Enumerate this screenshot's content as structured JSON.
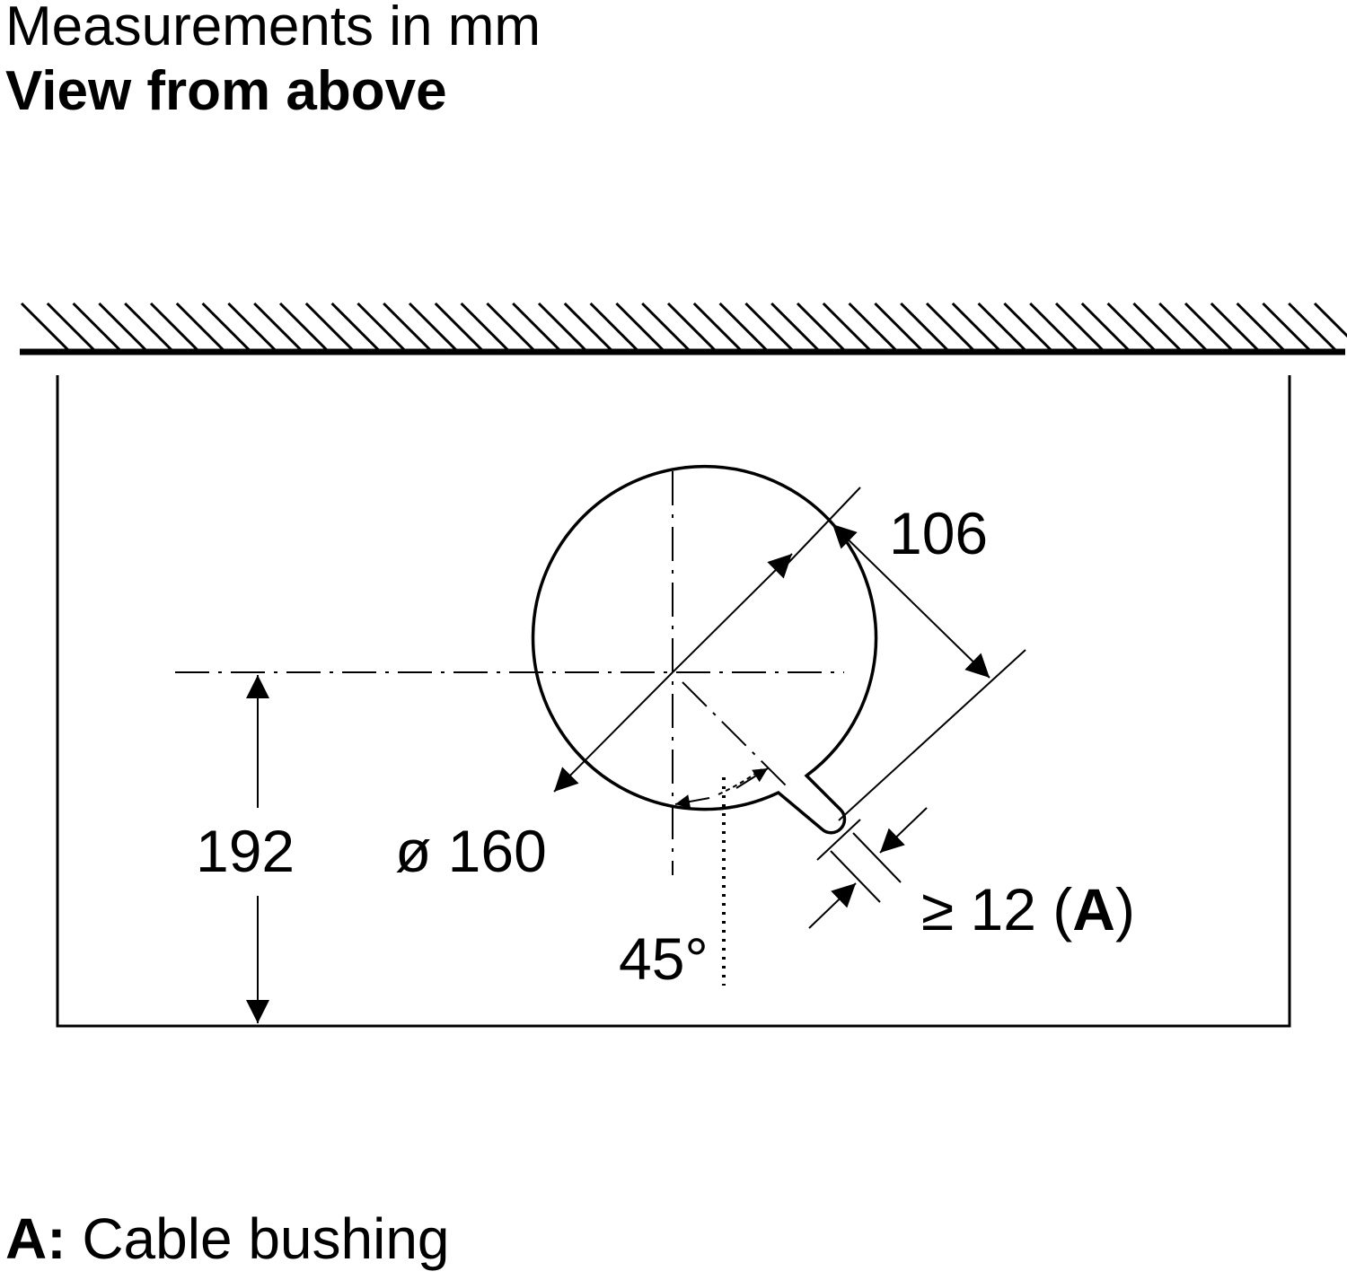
{
  "header": {
    "units_note": "Measurements in mm",
    "view_label": "View from above"
  },
  "dimensions": {
    "width_dim": "106",
    "height_dim": "192",
    "diameter_dim": "ø 160",
    "angle_dim": "45°",
    "clearance_prefix": "≥ 12 (",
    "clearance_key": "A",
    "clearance_suffix": ")"
  },
  "legend": {
    "key": "A:",
    "description": " Cable bushing"
  }
}
